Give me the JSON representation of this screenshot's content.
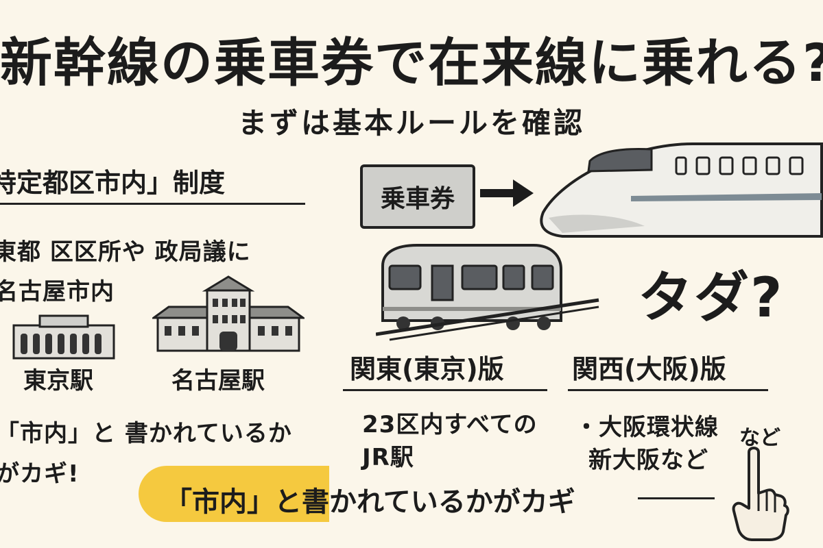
{
  "title": "新幹線の乗車券で在来線に乗れる?",
  "subtitle": "まずは基本ルールを確認",
  "left": {
    "heading": "特定都区市内」制度",
    "line1": "東都 区区所や 政局議に",
    "line2": "名古屋市内",
    "station1": "東京駅",
    "station2": "名古屋駅",
    "key_line1": "「市内」と 書かれているか",
    "key_line2": "がカギ!"
  },
  "diagram": {
    "ticket": "乗車券",
    "question": "タダ?"
  },
  "kanto": {
    "heading": "関東(東京)版",
    "line1": "23区内すべての",
    "line2": "JR駅"
  },
  "kansai": {
    "heading": "関西(大阪)版",
    "line1": "・大阪環状線",
    "line2": "新大阪など",
    "nado": "など"
  },
  "bottom": {
    "text": "「市内」と書かれているかがカギ"
  },
  "colors": {
    "background": "#fbf6ea",
    "highlight": "#f5c93f",
    "ink": "#1c1c1c",
    "gray": "#cfcfcb"
  },
  "icons": [
    "arrow-right-icon",
    "shinkansen-icon",
    "local-train-icon",
    "tokyo-station-icon",
    "nagoya-station-icon",
    "pointing-hand-icon"
  ]
}
